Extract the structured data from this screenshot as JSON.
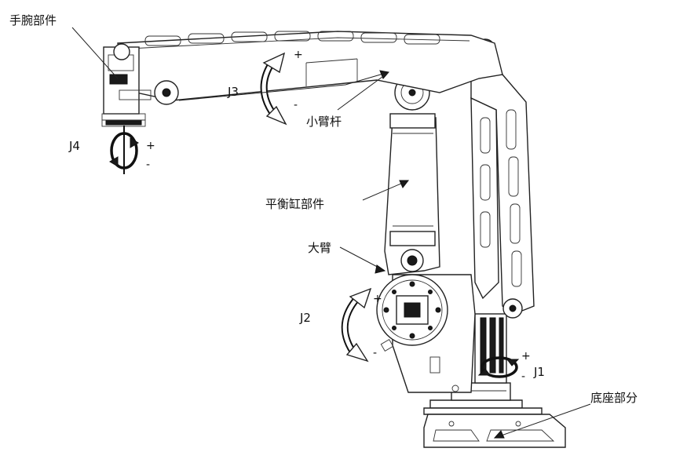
{
  "labels": {
    "wrist": "手腕部件",
    "forearm_rod": "小臂杆",
    "balance_cylinder": "平衡缸部件",
    "upper_arm": "大臂",
    "base": "底座部分"
  },
  "joints": {
    "j1": "J1",
    "j2": "J2",
    "j3": "J3",
    "j4": "J4"
  },
  "signs": {
    "plus": "+",
    "minus": "-"
  },
  "colors": {
    "line": "#222222",
    "fill_dark": "#1a1a1a",
    "background": "#ffffff"
  }
}
